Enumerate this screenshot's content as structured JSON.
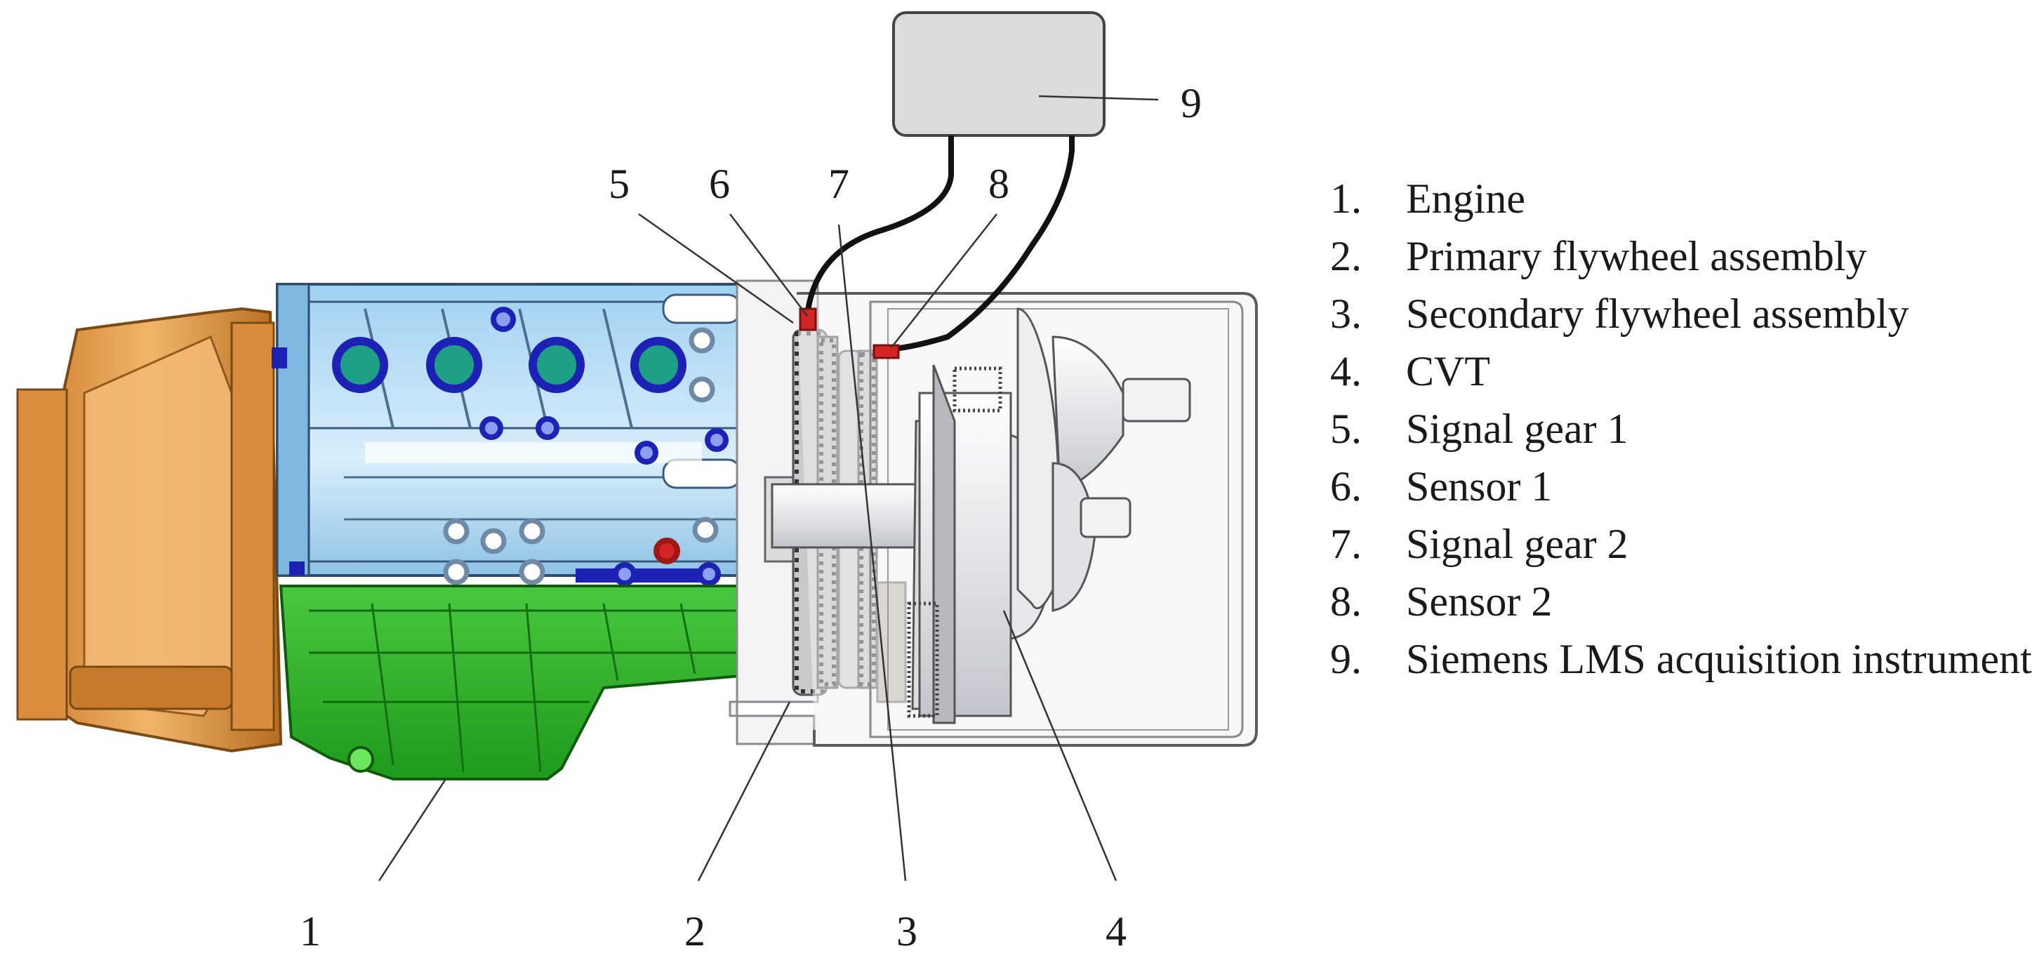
{
  "callouts": {
    "engine": "1",
    "primary_flywheel": "2",
    "secondary_flywheel": "3",
    "cvt": "4",
    "signal_gear_1": "5",
    "sensor_1": "6",
    "signal_gear_2": "7",
    "sensor_2": "8",
    "acquisition_instrument": "9"
  },
  "legend": [
    {
      "num": "1.",
      "text": "Engine"
    },
    {
      "num": "2.",
      "text": "Primary flywheel assembly"
    },
    {
      "num": "3.",
      "text": "Secondary flywheel assembly"
    },
    {
      "num": "4.",
      "text": "CVT"
    },
    {
      "num": "5.",
      "text": "Signal gear 1"
    },
    {
      "num": "6.",
      "text": "Sensor 1"
    },
    {
      "num": "7.",
      "text": "Signal gear 2"
    },
    {
      "num": "8.",
      "text": "Sensor 2"
    },
    {
      "num": "9.",
      "text": "Siemens LMS acquisition instrument"
    }
  ],
  "colors": {
    "engine_block": "#a9d6f0",
    "bell_housing": "#e0a358",
    "oil_pan": "#2fb52c",
    "port_ring": "#1d22b5",
    "port_fill": "#1f9f86",
    "sensor": "#d32525",
    "housing_outline": "#8a8a8a",
    "instrument_box": "#dcdcdc"
  }
}
